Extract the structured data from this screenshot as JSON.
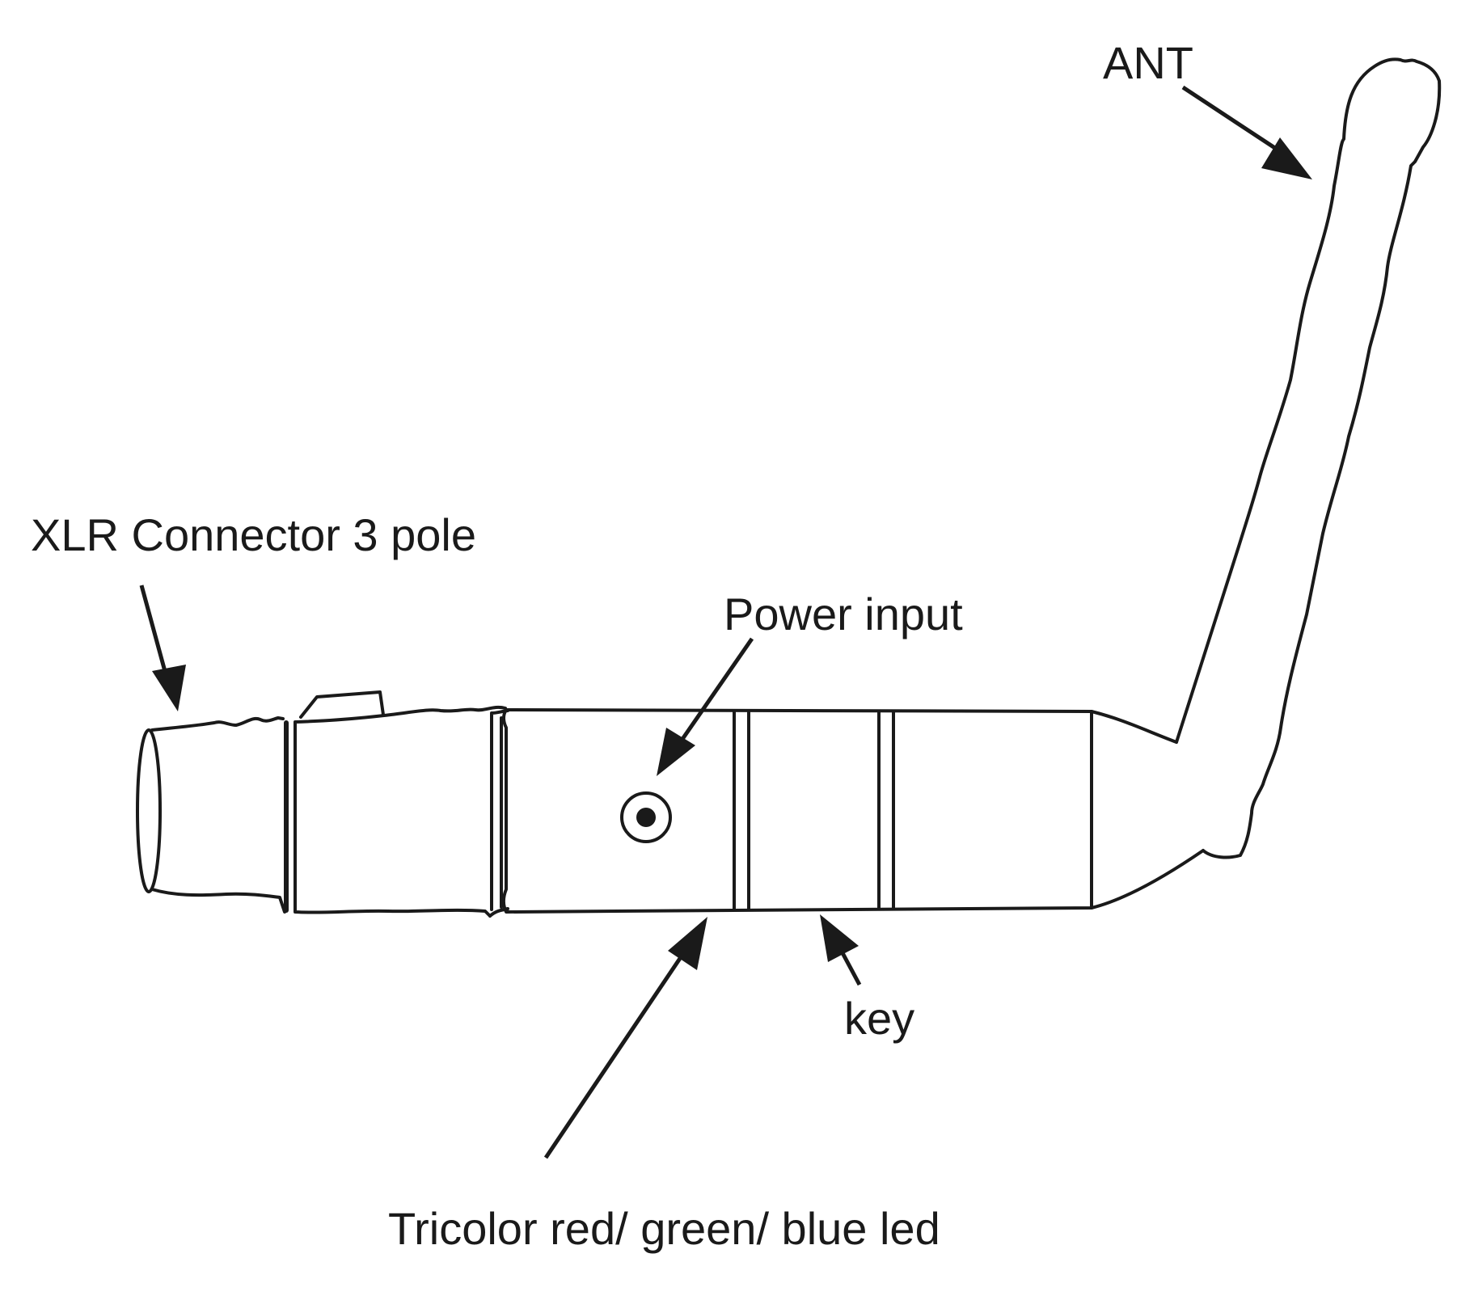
{
  "labels": {
    "antenna": "ANT",
    "xlr_connector": "XLR Connector 3 pole",
    "power_input": "Power input",
    "key": "key",
    "tricolor_led": "Tricolor red/ green/ blue led"
  },
  "colors": {
    "line": "#1a1a1a",
    "background": "#ffffff"
  }
}
